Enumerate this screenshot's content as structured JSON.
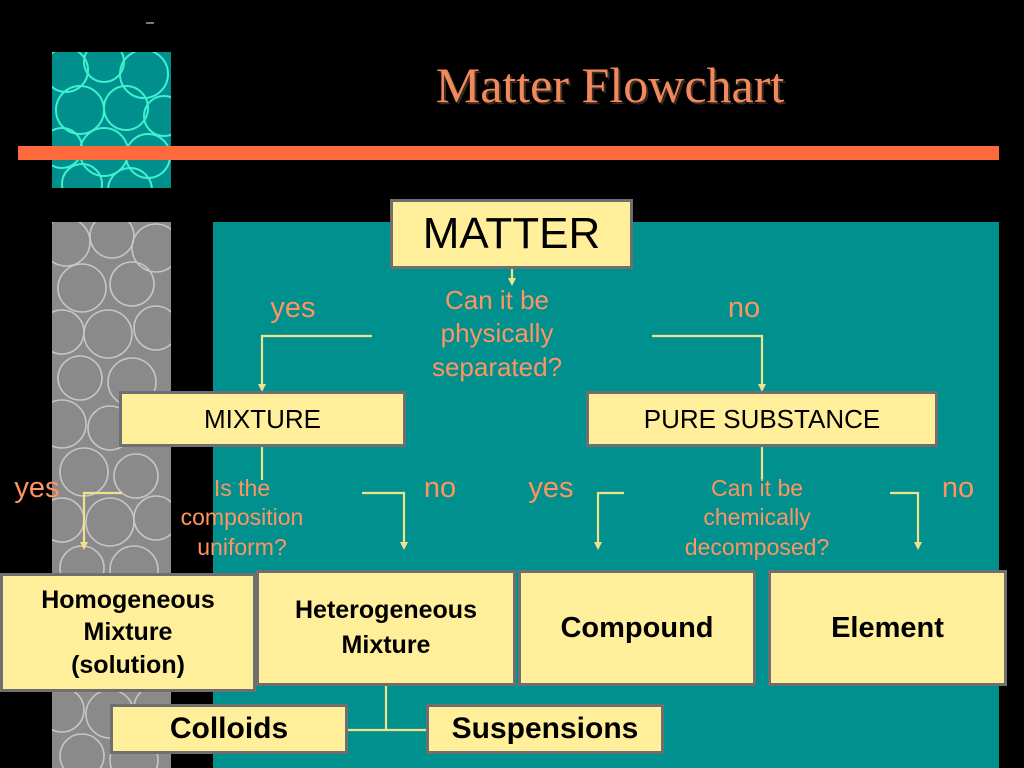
{
  "slide": {
    "title": "Matter Flowchart"
  },
  "flowchart": {
    "root": "MATTER",
    "question1": "Can it be physically separated?",
    "question1_lines": [
      "Can it be",
      "physically",
      "separated?"
    ],
    "q1_yes": "yes",
    "q1_no": "no",
    "mixture": "MIXTURE",
    "pure_substance": "PURE SUBSTANCE",
    "question2_lines": [
      "Is the",
      "composition",
      "uniform?"
    ],
    "q2_yes": "yes",
    "q2_no": "no",
    "question3_lines": [
      "Can it be",
      "chemically",
      "decomposed?"
    ],
    "q3_yes": "yes",
    "q3_no": "no",
    "homogeneous_lines": [
      "Homogeneous",
      "Mixture",
      "(solution)"
    ],
    "heterogeneous_lines": [
      "Heterogeneous",
      "Mixture"
    ],
    "compound": "Compound",
    "element": "Element",
    "colloids": "Colloids",
    "suspensions": "Suspensions"
  },
  "colors": {
    "background": "#000000",
    "title": "#f08a5d",
    "accent_bar": "#ff6a3d",
    "panel": "#00918f",
    "box_fill": "#ffef9a",
    "label": "#ff9460",
    "arrows": "#f2e08a"
  }
}
